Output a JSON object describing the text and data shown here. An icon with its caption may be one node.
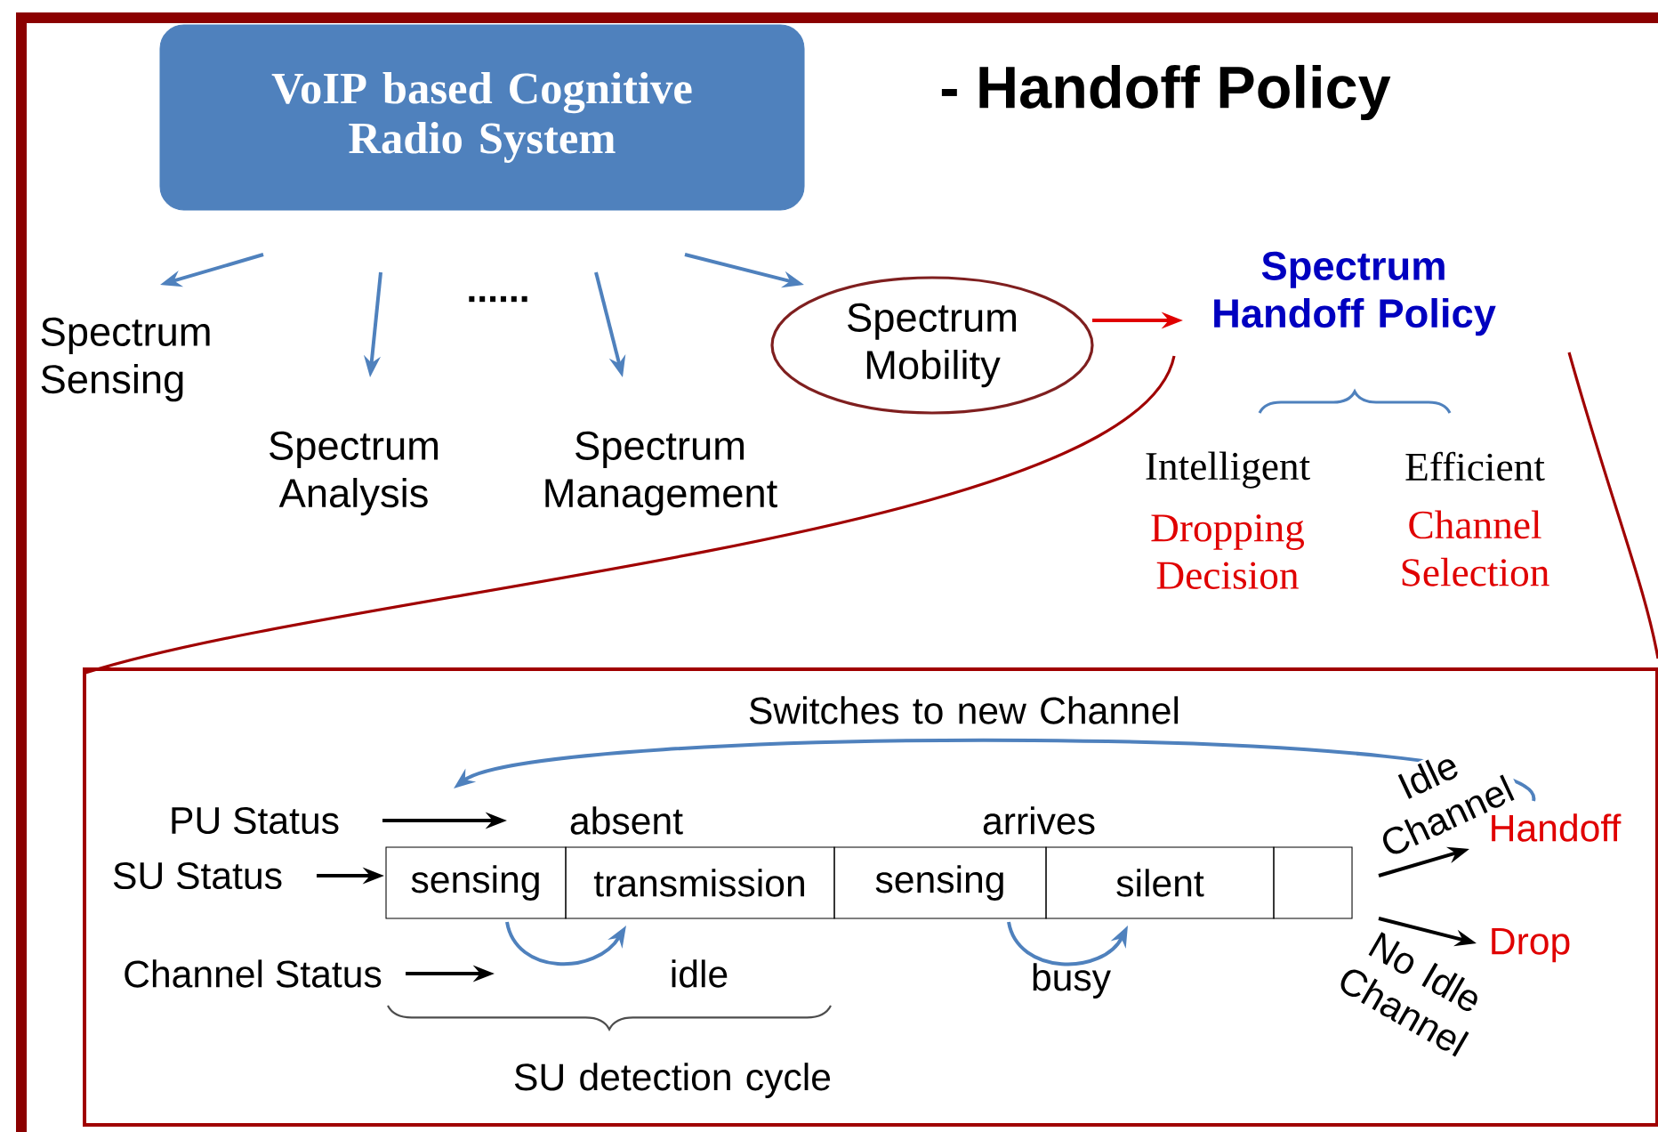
{
  "diagram": {
    "title": "- Handoff Policy",
    "nodes": [
      {
        "text": [
          "VoIP based Cognitive Radio System"
        ]
      },
      {
        "text": [
          "Spectrum Sensing"
        ]
      },
      {
        "text": [
          "Spectrum Analysis"
        ]
      },
      {
        "text": [
          "Spectrum Management"
        ]
      },
      {
        "text": [
          "Spectrum Mobility"
        ]
      },
      {
        "text": [
          "Spectrum Handoff Policy"
        ]
      },
      {
        "text": [],
        "shape": "box"
      },
      {
        "text": [
          "PU Status"
        ],
        "in": 6
      },
      {
        "text": [
          "SU Status"
        ],
        "in": 6
      },
      {
        "text": [
          "Channel Status"
        ],
        "in": 6
      },
      {
        "text": [
          "sensing"
        ],
        "in": 6
      },
      {
        "text": [
          "transmission"
        ],
        "in": 6
      },
      {
        "text": [
          "sensing"
        ],
        "in": 6
      },
      {
        "text": [
          "silent"
        ],
        "in": 6
      },
      {
        "text": [],
        "shape": "box",
        "in": 6
      },
      {
        "text": [
          "Handoff"
        ],
        "in": 6
      },
      {
        "text": [
          "Drop"
        ],
        "in": 6
      }
    ],
    "edges": [
      {
        "from": 0,
        "to": 1,
        "arrow": "to"
      },
      {
        "from": 0,
        "to": 2,
        "arrow": "to"
      },
      {
        "from": 0,
        "to": 3,
        "arrow": "to"
      },
      {
        "from": 0,
        "to": 4,
        "arrow": "to"
      },
      {
        "from": 4,
        "to": 5,
        "arrow": "to",
        "color": "#e00000"
      },
      {
        "from": 7,
        "to": null,
        "arrow": "to",
        "color": "#000000"
      },
      {
        "from": 8,
        "to": 10,
        "arrow": "to",
        "color": "#000000"
      },
      {
        "from": 9,
        "to": null,
        "arrow": "to",
        "color": "#000000"
      },
      {
        "from": 10,
        "to": 11,
        "arrow": "to"
      },
      {
        "from": 12,
        "to": 13,
        "arrow": "to"
      },
      {
        "from": 14,
        "to": 15,
        "arrow": "to",
        "label": "Idle Channel",
        "color": "#000000"
      },
      {
        "from": 14,
        "to": 16,
        "arrow": "to",
        "label": "No Idle Channel",
        "color": "#000000"
      },
      {
        "from": 15,
        "to": 10,
        "arrow": "to",
        "label": "Switches to new Channel"
      }
    ],
    "labels": [
      "......",
      "Intelligent",
      "Efficient",
      "Dropping Decision",
      "Channel Selection",
      "absent",
      "arrives",
      "idle",
      "busy",
      "SU detection cycle"
    ]
  }
}
